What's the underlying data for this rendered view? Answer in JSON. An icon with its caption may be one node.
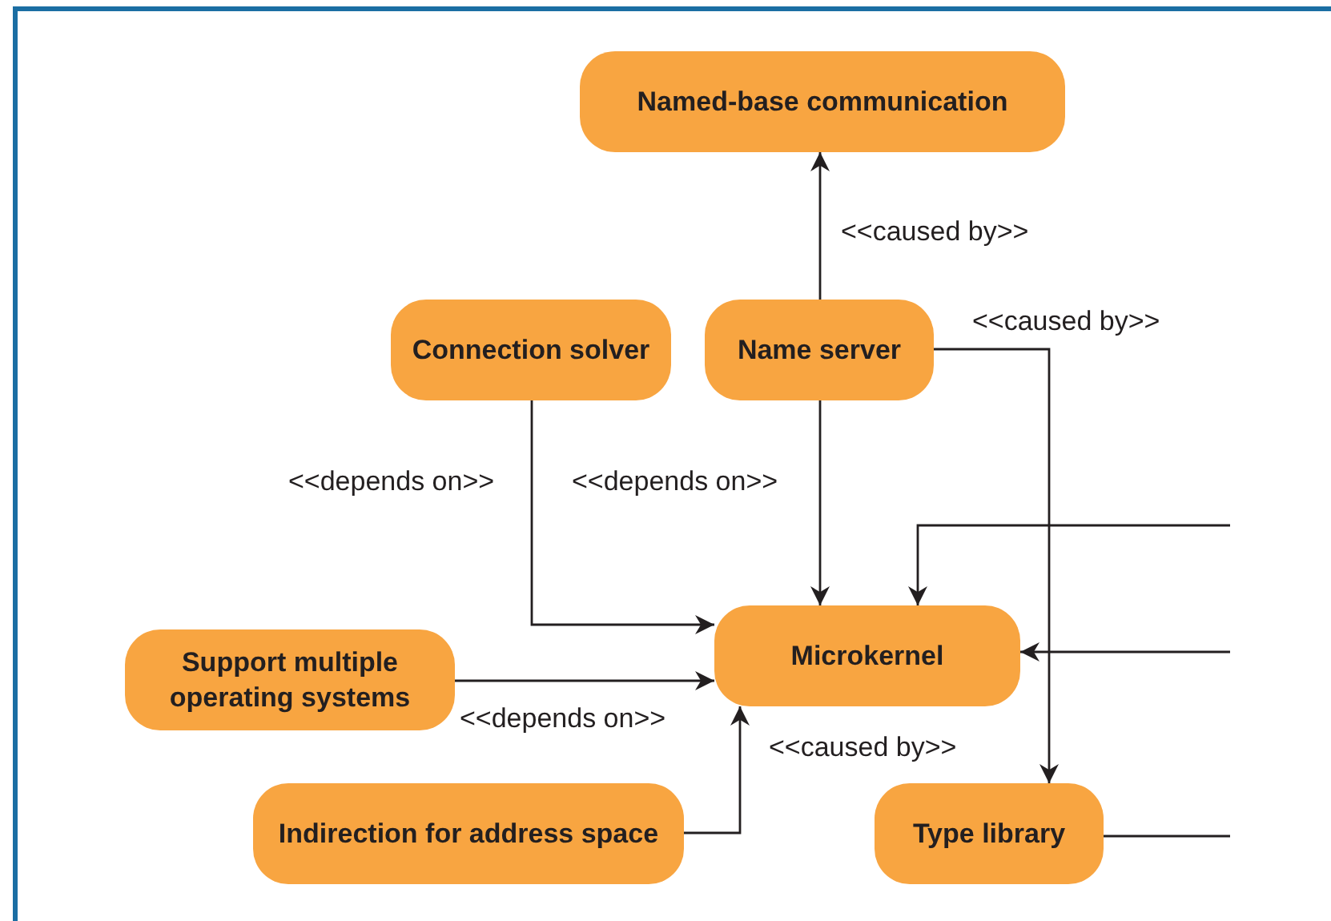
{
  "diagram": {
    "nodes": [
      {
        "text": [
          "Named-base communication"
        ]
      },
      {
        "text": [
          "Connection solver"
        ]
      },
      {
        "text": [
          "Name server"
        ]
      },
      {
        "text": [
          "Microkernel"
        ]
      },
      {
        "text": [
          "Support multiple operating systems"
        ]
      },
      {
        "text": [
          "Indirection for address space"
        ]
      },
      {
        "text": [
          "Type library"
        ]
      }
    ],
    "edges": [
      {
        "from": 2,
        "to": 0,
        "arrow": "to",
        "label": "<<caused by>>"
      },
      {
        "from": 2,
        "to": 6,
        "arrow": "to",
        "label": "<<caused by>>"
      },
      {
        "from": 1,
        "to": 3,
        "arrow": "to",
        "label": "<<depends on>>"
      },
      {
        "from": 2,
        "to": 3,
        "arrow": "to",
        "label": "<<depends on>>"
      },
      {
        "from": 4,
        "to": 3,
        "arrow": "to",
        "label": "<<depends on>>"
      },
      {
        "from": 5,
        "to": 3,
        "arrow": "to",
        "label": "<<caused by>>"
      },
      {
        "from": null,
        "to": 3,
        "arrow": "to"
      },
      {
        "from": null,
        "to": 3,
        "arrow": "to"
      },
      {
        "from": 6,
        "to": null,
        "arrow": "none"
      }
    ]
  }
}
